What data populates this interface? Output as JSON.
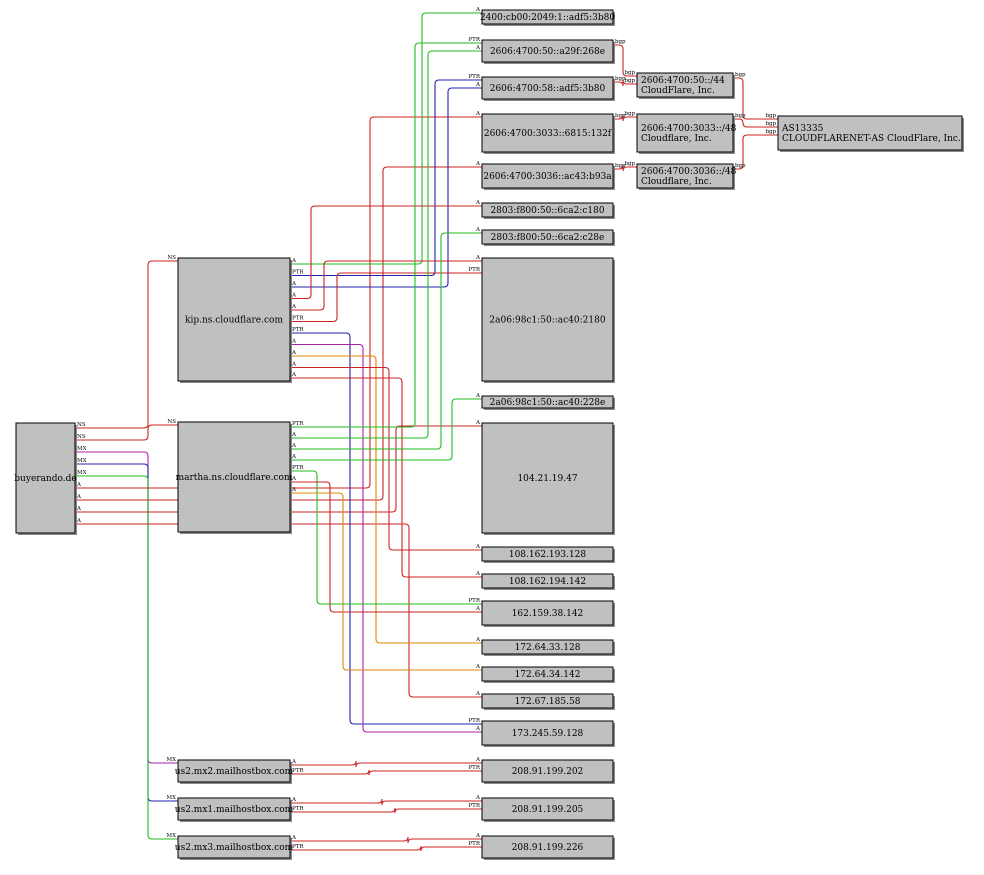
{
  "colors": {
    "A": "#cc2222",
    "A_alt": "#22bb22",
    "PTR": "#2222aa",
    "MX": "#aa22aa",
    "MX2": "#22bb22",
    "NS": "#cc2222",
    "bgp": "#cc2222",
    "orange": "#dd8800",
    "node_fill": "#c0c0c0"
  },
  "nodes": [
    {
      "id": "buyerando",
      "lines": [
        "buyerando.de"
      ]
    },
    {
      "id": "kip",
      "lines": [
        "kip.ns.cloudflare.com"
      ]
    },
    {
      "id": "martha",
      "lines": [
        "martha.ns.cloudflare.com"
      ]
    },
    {
      "id": "mx2",
      "lines": [
        "us2.mx2.mailhostbox.com"
      ]
    },
    {
      "id": "mx1",
      "lines": [
        "us2.mx1.mailhostbox.com"
      ]
    },
    {
      "id": "mx3",
      "lines": [
        "us2.mx3.mailhostbox.com"
      ]
    },
    {
      "id": "ip6_1",
      "lines": [
        "2400:cb00:2049:1::adf5:3b80"
      ]
    },
    {
      "id": "ip6_2",
      "lines": [
        "2606:4700:50::a29f:268e"
      ]
    },
    {
      "id": "ip6_3",
      "lines": [
        "2606:4700:58::adf5:3b80"
      ]
    },
    {
      "id": "ip6_4",
      "lines": [
        "2606:4700:3033::6815:132f"
      ]
    },
    {
      "id": "ip6_5",
      "lines": [
        "2606:4700:3036::ac43:b93a"
      ]
    },
    {
      "id": "ip6_6",
      "lines": [
        "2803:f800:50::6ca2:c180"
      ]
    },
    {
      "id": "ip6_7",
      "lines": [
        "2803:f800:50::6ca2:c28e"
      ]
    },
    {
      "id": "ip6_8",
      "lines": [
        "2a06:98c1:50::ac40:2180"
      ]
    },
    {
      "id": "ip6_9",
      "lines": [
        "2a06:98c1:50::ac40:228e"
      ]
    },
    {
      "id": "ip4_1",
      "lines": [
        "104.21.19.47"
      ]
    },
    {
      "id": "ip4_2",
      "lines": [
        "108.162.193.128"
      ]
    },
    {
      "id": "ip4_3",
      "lines": [
        "108.162.194.142"
      ]
    },
    {
      "id": "ip4_4",
      "lines": [
        "162.159.38.142"
      ]
    },
    {
      "id": "ip4_5",
      "lines": [
        "172.64.33.128"
      ]
    },
    {
      "id": "ip4_6",
      "lines": [
        "172.64.34.142"
      ]
    },
    {
      "id": "ip4_7",
      "lines": [
        "172.67.185.58"
      ]
    },
    {
      "id": "ip4_8",
      "lines": [
        "173.245.59.128"
      ]
    },
    {
      "id": "ip4_9",
      "lines": [
        "208.91.199.202"
      ]
    },
    {
      "id": "ip4_10",
      "lines": [
        "208.91.199.205"
      ]
    },
    {
      "id": "ip4_11",
      "lines": [
        "208.91.199.226"
      ]
    },
    {
      "id": "net_44",
      "lines": [
        "2606:4700:50::/44",
        "CloudFlare, Inc."
      ]
    },
    {
      "id": "net_3033",
      "lines": [
        "2606:4700:3033::/48",
        "Cloudflare, Inc."
      ]
    },
    {
      "id": "net_3036",
      "lines": [
        "2606:4700:3036::/48",
        "Cloudflare, Inc."
      ]
    },
    {
      "id": "asn",
      "lines": [
        "AS13335",
        "CLOUDFLARENET-AS CloudFlare, Inc."
      ]
    }
  ],
  "edges": [
    {
      "from": "buyerando",
      "to": "kip",
      "label": "NS",
      "type": "NS"
    },
    {
      "from": "buyerando",
      "to": "martha",
      "label": "NS",
      "type": "NS"
    },
    {
      "from": "buyerando",
      "to": "mx2",
      "label": "MX",
      "type": "MX"
    },
    {
      "from": "buyerando",
      "to": "mx1",
      "label": "MX",
      "type": "PTR"
    },
    {
      "from": "buyerando",
      "to": "mx3",
      "label": "MX",
      "type": "MX2"
    },
    {
      "from": "buyerando",
      "to": "ip6_4",
      "label": "A",
      "type": "A"
    },
    {
      "from": "buyerando",
      "to": "ip6_5",
      "label": "A",
      "type": "A"
    },
    {
      "from": "buyerando",
      "to": "ip4_1",
      "label": "A",
      "type": "A"
    },
    {
      "from": "buyerando",
      "to": "ip4_7",
      "label": "A",
      "type": "A"
    },
    {
      "from": "kip",
      "to": "ip6_1",
      "label": "A",
      "type": "A_alt"
    },
    {
      "from": "kip",
      "to": "ip6_3",
      "label": "PTR",
      "type": "PTR"
    },
    {
      "from": "kip",
      "to": "ip6_3",
      "label": "A",
      "type": "PTR"
    },
    {
      "from": "kip",
      "to": "ip6_6",
      "label": "A",
      "type": "A"
    },
    {
      "from": "kip",
      "to": "ip6_8",
      "label": "A",
      "type": "A"
    },
    {
      "from": "kip",
      "to": "ip6_8",
      "label": "PTR",
      "type": "A"
    },
    {
      "from": "kip",
      "to": "ip4_8",
      "label": "PTR",
      "type": "PTR"
    },
    {
      "from": "kip",
      "to": "ip4_8",
      "label": "A",
      "type": "MX"
    },
    {
      "from": "kip",
      "to": "ip4_5",
      "label": "A",
      "type": "orange"
    },
    {
      "from": "kip",
      "to": "ip4_2",
      "label": "A",
      "type": "A"
    },
    {
      "from": "kip",
      "to": "ip4_3",
      "label": "A",
      "type": "A"
    },
    {
      "from": "martha",
      "to": "ip6_2",
      "label": "PTR",
      "type": "A_alt"
    },
    {
      "from": "martha",
      "to": "ip6_2",
      "label": "A",
      "type": "A_alt"
    },
    {
      "from": "martha",
      "to": "ip6_7",
      "label": "A",
      "type": "A_alt"
    },
    {
      "from": "martha",
      "to": "ip6_9",
      "label": "A",
      "type": "A_alt"
    },
    {
      "from": "martha",
      "to": "ip4_4",
      "label": "PTR",
      "type": "A_alt"
    },
    {
      "from": "martha",
      "to": "ip4_4",
      "label": "A",
      "type": "A"
    },
    {
      "from": "martha",
      "to": "ip4_6",
      "label": "A",
      "type": "orange"
    },
    {
      "from": "mx2",
      "to": "ip4_9",
      "label": "A",
      "type": "A"
    },
    {
      "from": "mx2",
      "to": "ip4_9",
      "label": "PTR",
      "type": "A"
    },
    {
      "from": "mx1",
      "to": "ip4_10",
      "label": "A",
      "type": "A"
    },
    {
      "from": "mx1",
      "to": "ip4_10",
      "label": "PTR",
      "type": "A"
    },
    {
      "from": "mx3",
      "to": "ip4_11",
      "label": "A",
      "type": "A"
    },
    {
      "from": "mx3",
      "to": "ip4_11",
      "label": "PTR",
      "type": "A"
    },
    {
      "from": "ip6_2",
      "to": "net_44",
      "label": "bgp",
      "type": "bgp"
    },
    {
      "from": "ip6_3",
      "to": "net_44",
      "label": "bgp",
      "type": "bgp"
    },
    {
      "from": "ip6_4",
      "to": "net_3033",
      "label": "bgp",
      "type": "bgp"
    },
    {
      "from": "ip6_5",
      "to": "net_3036",
      "label": "bgp",
      "type": "bgp"
    },
    {
      "from": "net_44",
      "to": "asn",
      "label": "bgp",
      "type": "bgp"
    },
    {
      "from": "net_3033",
      "to": "asn",
      "label": "bgp",
      "type": "bgp"
    },
    {
      "from": "net_3036",
      "to": "asn",
      "label": "bgp",
      "type": "bgp"
    }
  ]
}
